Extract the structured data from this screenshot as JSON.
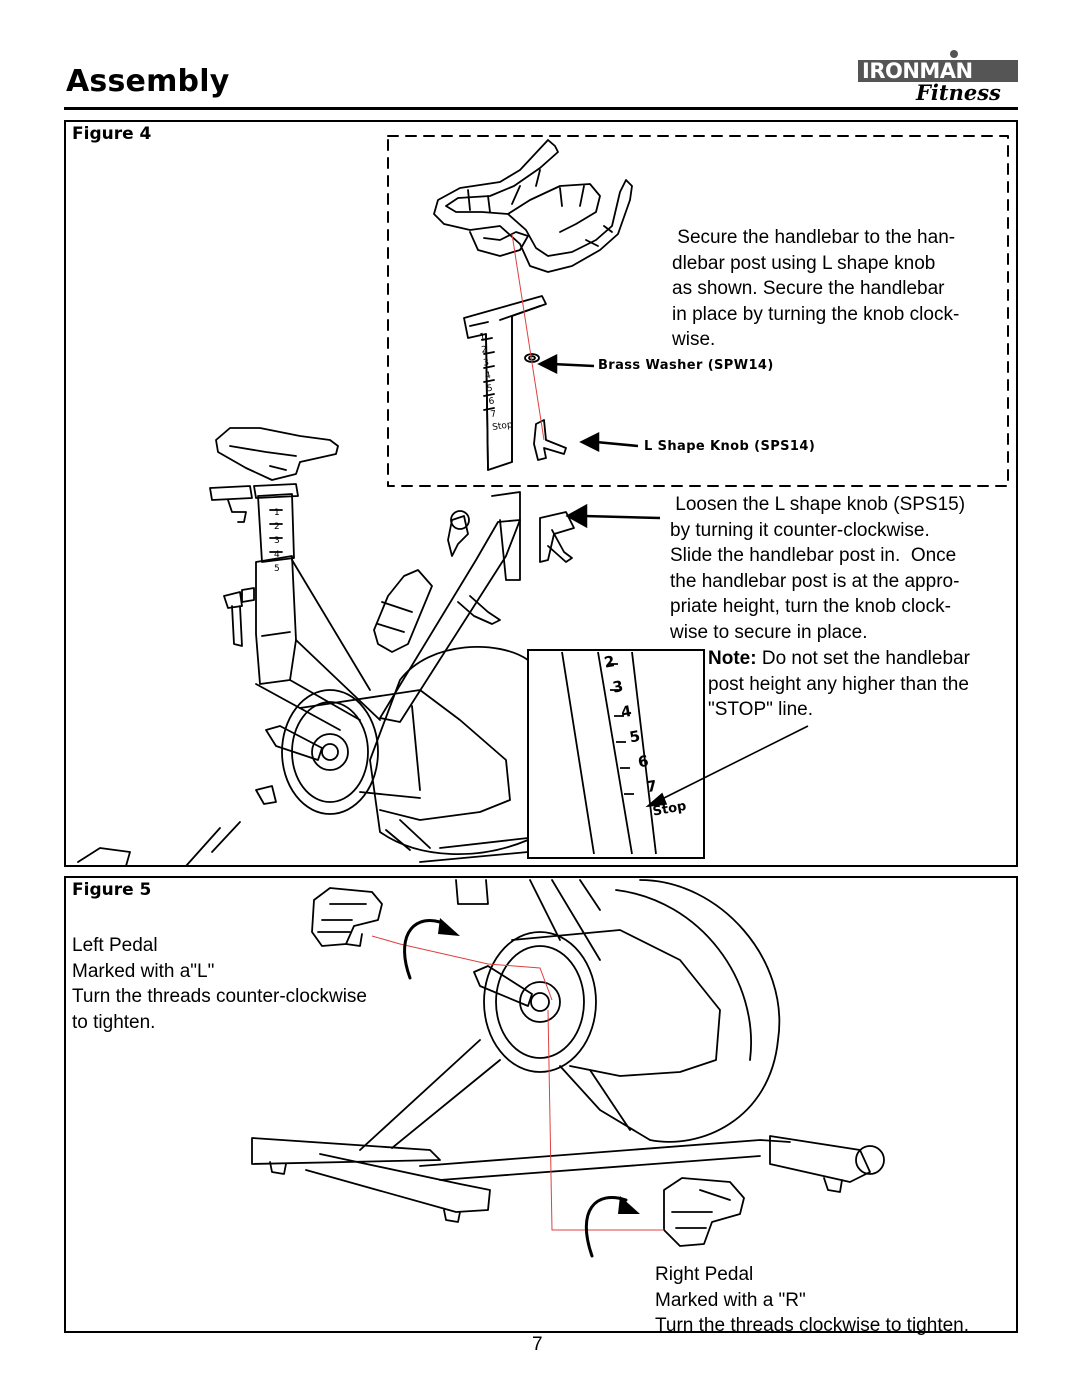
{
  "header": {
    "title": "Assembly",
    "brand_main": "IRONMAN",
    "brand_sub": "Fitness"
  },
  "figure4": {
    "label": "Figure 4",
    "step1_text": " Secure the handlebar to the han-\ndlebar post using L shape knob\nas shown. Secure the handlebar\nin place by turning the knob clock-\nwise.",
    "callout_washer": "Brass Washer (SPW14)",
    "callout_knob": "L Shape Knob (SPS14)",
    "step2_text": " Loosen the L shape knob (SPS15)\nby turning it counter-clockwise.\nSlide the handlebar post in.  Once\nthe handlebar post is at the appro-\npriate height, turn the knob clock-\nwise to secure in place.",
    "note_label": "Note:",
    "note_text": " Do not set the handlebar\npost height any higher than the\n\"STOP\" line.",
    "post_marks": [
      "1",
      "2",
      "3",
      "4",
      "5",
      "6",
      "7",
      "Stop"
    ],
    "seat_marks": [
      "1",
      "2",
      "3",
      "4",
      "5"
    ],
    "detail_marks": [
      "2",
      "3",
      "4",
      "5",
      "6",
      "7",
      "Stop"
    ]
  },
  "figure5": {
    "label": "Figure 5",
    "left_text": "Left Pedal\nMarked with a\"L\"\nTurn the threads counter-clockwise\nto tighten.",
    "right_text": "Right Pedal\nMarked with a \"R\"\nTurn the threads clockwise to tighten."
  },
  "footer": {
    "page_number": "7"
  },
  "colors": {
    "line": "#000000",
    "guide": "#e04040"
  }
}
